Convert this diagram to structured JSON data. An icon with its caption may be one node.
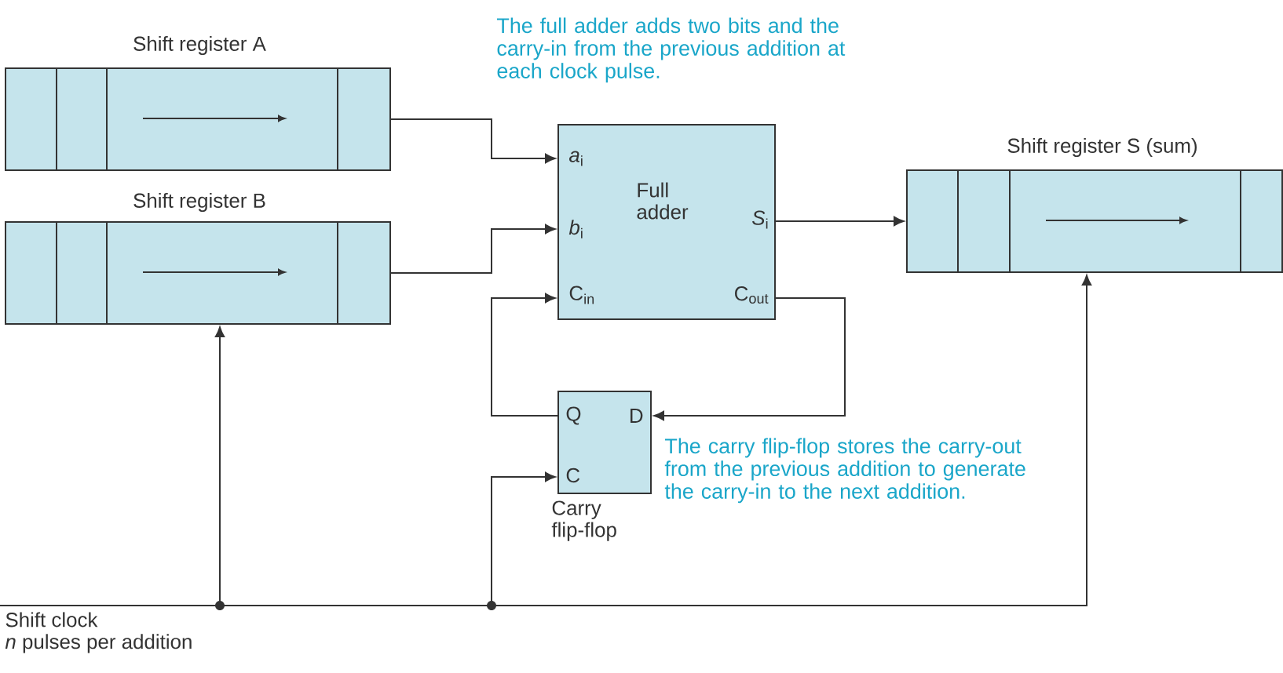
{
  "diagram": {
    "nodes": [
      {
        "text": [
          "Shift register A"
        ]
      },
      {
        "text": [
          "Shift register B"
        ]
      },
      {
        "text": [
          "Full adder",
          "*a*$_{i}$",
          "*b*$_{i}$",
          "C$_{in}$",
          "C$_{out}$",
          "*S*$_{i}$"
        ]
      },
      {
        "text": [
          "Shift register S (sum)"
        ]
      },
      {
        "text": [
          "Q",
          "D",
          "C"
        ],
        "beside": [
          "Carry flip-flop"
        ]
      },
      {
        "text": [
          "Shift clock",
          "*n* pulses per addition"
        ]
      }
    ],
    "edges": [
      {
        "from": 0,
        "to": 2,
        "arrow": "to"
      },
      {
        "from": 1,
        "to": 2,
        "arrow": "to"
      },
      {
        "from": 2,
        "to": 3,
        "arrow": "to"
      },
      {
        "from": 2,
        "to": 4,
        "arrow": "to"
      },
      {
        "from": 4,
        "to": 2,
        "arrow": "to"
      },
      {
        "from": 5,
        "to": 1,
        "arrow": "to"
      },
      {
        "from": 5,
        "to": 4,
        "arrow": "to"
      },
      {
        "from": 5,
        "to": 3,
        "arrow": "to"
      }
    ],
    "labels": [
      "The full adder adds two bits and the carry-in from the previous addition at each clock pulse.",
      "The carry flip-flop stores the carry-out from the previous addition to generate the carry-in to the next addition."
    ]
  }
}
